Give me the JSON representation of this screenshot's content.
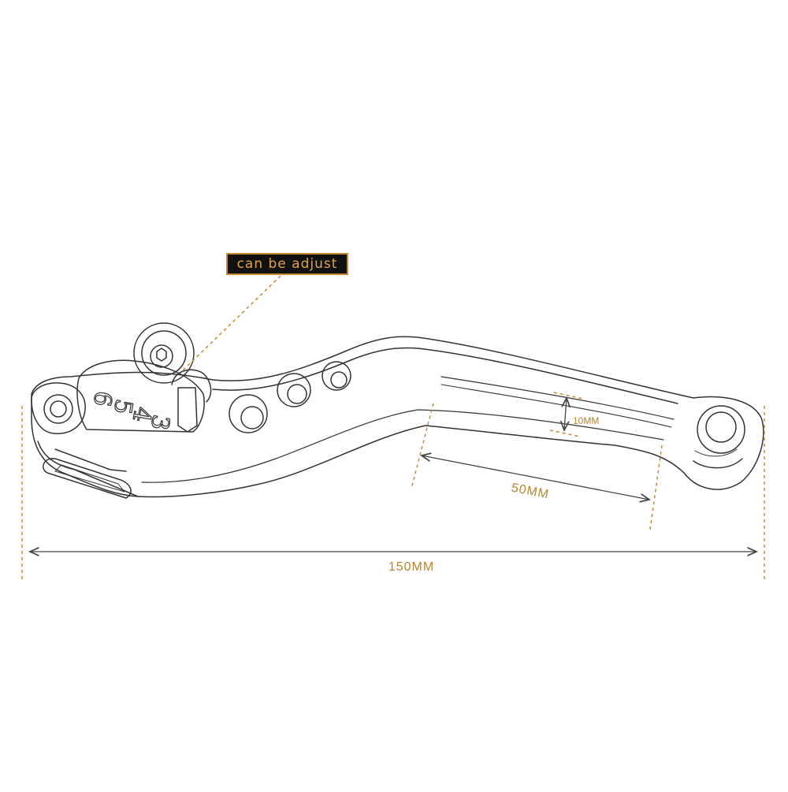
{
  "callout": {
    "text": "can be adjust"
  },
  "lever": {
    "engraved_digits": [
      "3",
      "4",
      "5",
      "6"
    ]
  },
  "dimensions": {
    "overall_length": "150MM",
    "straight_section": "50MM",
    "bar_width": "10MM"
  },
  "colors": {
    "accent": "#c88a2e",
    "label": "#b9852f",
    "outline": "#333333",
    "arrow": "#444444",
    "callout_bg": "#111111"
  }
}
